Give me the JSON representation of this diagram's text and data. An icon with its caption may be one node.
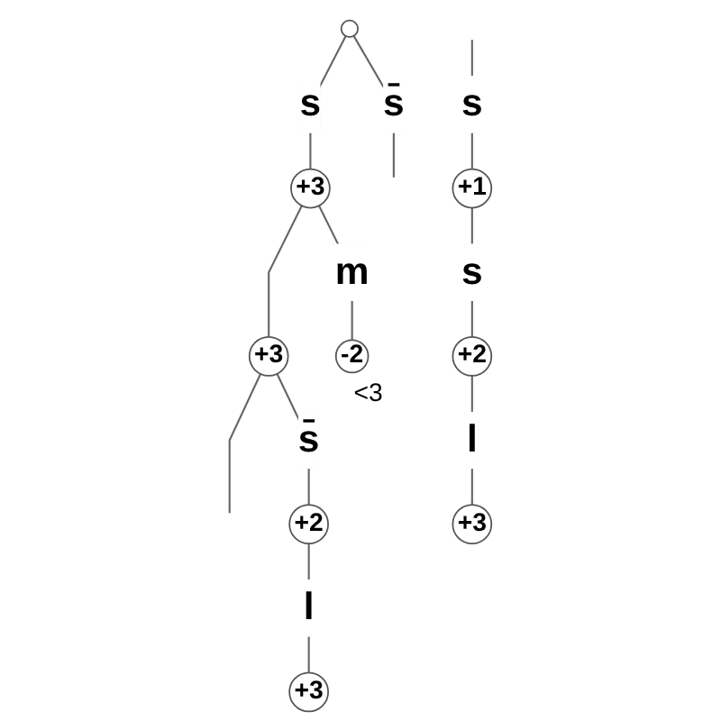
{
  "diagram": {
    "nodes": [
      {
        "text": [],
        "shape": "circle"
      },
      {
        "text": [
          "+3"
        ]
      },
      {
        "text": [
          "+3"
        ]
      },
      {
        "text": [
          "-2"
        ],
        "beside": [
          "<3"
        ]
      },
      {
        "text": [
          "+1"
        ]
      },
      {
        "text": [
          "+2"
        ]
      },
      {
        "text": [
          "+2"
        ]
      },
      {
        "text": [
          "+3"
        ]
      },
      {
        "text": [
          "+3"
        ]
      }
    ],
    "edges": [
      {
        "from": 0,
        "to": 1,
        "arrow": "none",
        "label": "s"
      },
      {
        "from": 0,
        "to": null,
        "arrow": "none",
        "label": "s̄"
      },
      {
        "from": 1,
        "to": 2,
        "arrow": "none"
      },
      {
        "from": 1,
        "to": 3,
        "arrow": "none",
        "label": "m"
      },
      {
        "from": 2,
        "to": null,
        "arrow": "none"
      },
      {
        "from": 2,
        "to": 5,
        "arrow": "none",
        "label": "s̄"
      },
      {
        "from": 5,
        "to": 7,
        "arrow": "none",
        "label": "l"
      },
      {
        "from": null,
        "to": 4,
        "arrow": "none",
        "label": "s"
      },
      {
        "from": 4,
        "to": 6,
        "arrow": "none",
        "label": "s"
      },
      {
        "from": 6,
        "to": 8,
        "arrow": "none",
        "label": "l"
      }
    ]
  }
}
